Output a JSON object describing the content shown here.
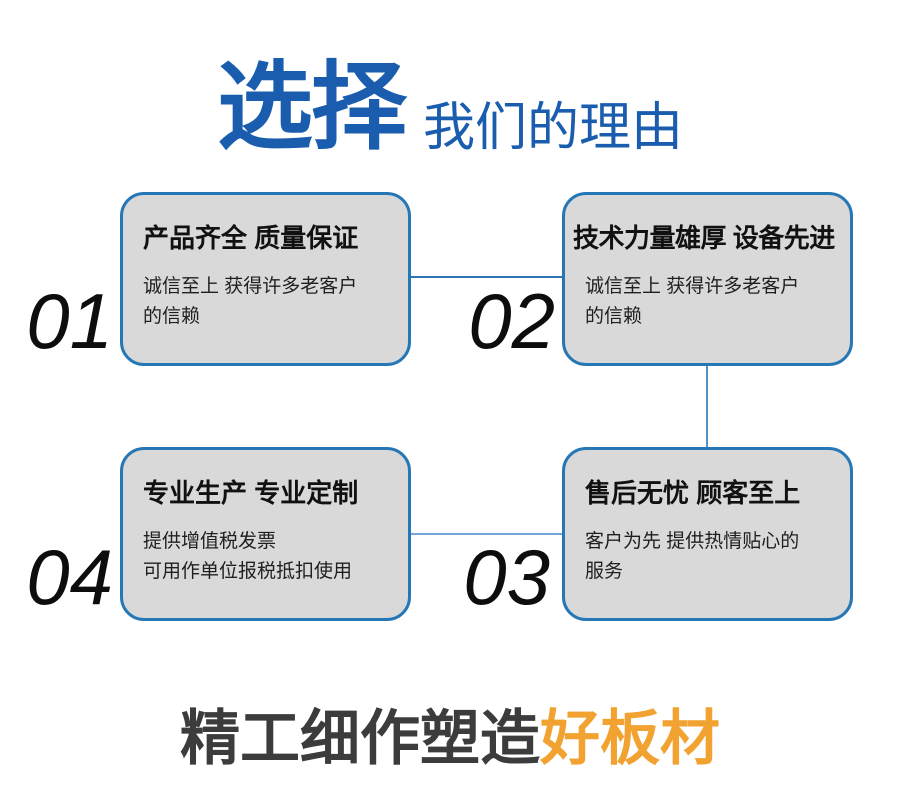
{
  "header": {
    "title_strong": "选择",
    "title_rest": "我们的理由"
  },
  "features": [
    {
      "number": "01",
      "title": "产品齐全 质量保证",
      "body": "诚信至上 获得许多老客户\n的信赖"
    },
    {
      "number": "02",
      "title": "技术力量雄厚 设备先进",
      "body": "诚信至上 获得许多老客户\n的信赖"
    },
    {
      "number": "03",
      "title": "售后无忧 顾客至上",
      "body": "客户为先 提供热情贴心的\n服务"
    },
    {
      "number": "04",
      "title": "专业生产 专业定制",
      "body": "提供增值税发票\n可用作单位报税抵扣使用"
    }
  ],
  "footer": {
    "text_dark": "精工细作塑造",
    "text_accent": "好板材"
  },
  "colors": {
    "title_blue": "#1a5dae",
    "box_border": "#2677b6",
    "box_fill": "#d9d9d9",
    "connector_dark": "#2e75b6",
    "connector_mid": "#4e92c8",
    "connector_light": "#74a7d8",
    "slogan_dark": "#3c3c3c",
    "slogan_accent": "#f2a231"
  }
}
